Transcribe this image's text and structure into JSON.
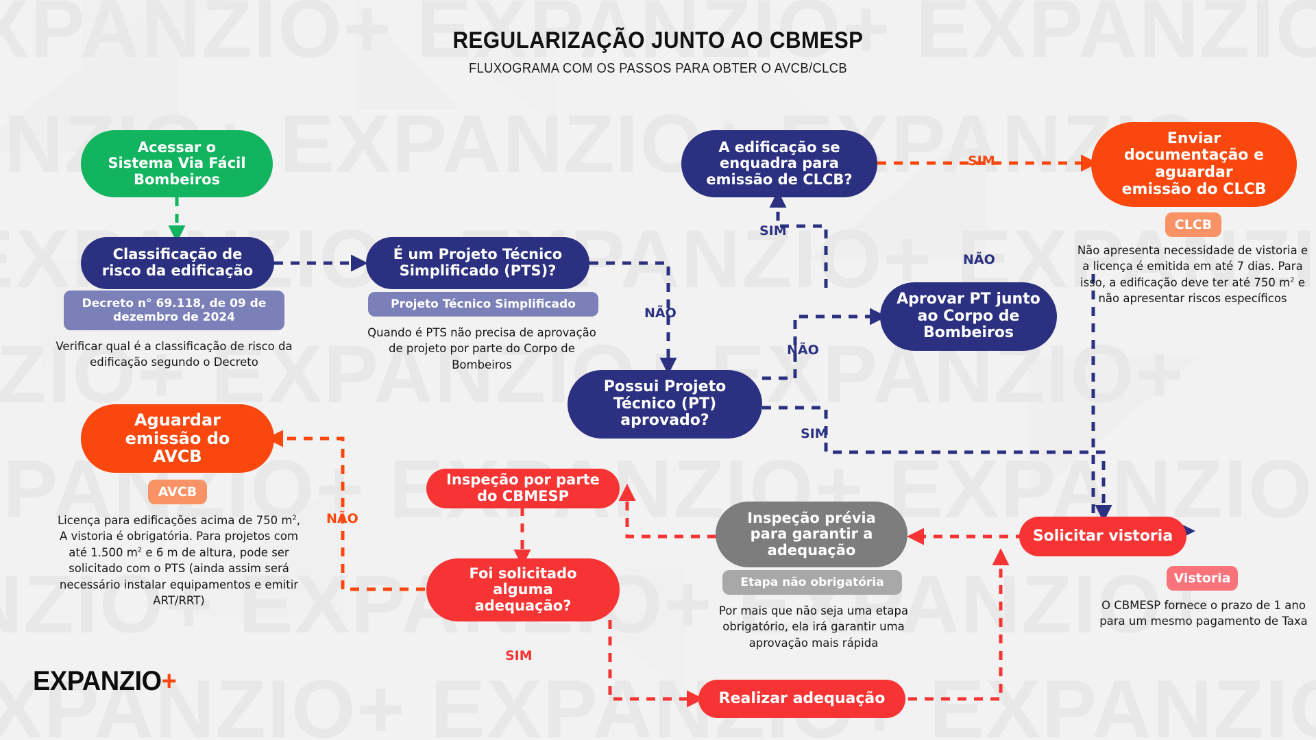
{
  "header": {
    "title": "REGULARIZAÇÃO JUNTO AO CBMESP",
    "subtitle": "FLUXOGRAMA COM OS PASSOS PARA OBTER O AVCB/CLCB"
  },
  "brand": {
    "name": "EXPANZIO",
    "plus": "+",
    "watermark_text": "EXPANZIO+"
  },
  "colors": {
    "background": "#f2f2f2",
    "green": "#12b45f",
    "navy": "#2b3180",
    "orange": "#f9470d",
    "red": "#f73434",
    "gray": "#7d7d7d",
    "badge_lilac": "#7b81b8",
    "badge_peach": "#f99366",
    "badge_pinkred": "#f9737b",
    "badge_graylite": "#a8a8a8",
    "text_dark": "#161616"
  },
  "nodes": {
    "acessar_sistema": "Acessar o\nSistema Via Fácil\nBombeiros",
    "classificacao_risco": "Classificação de\nrisco da edificação",
    "aguardar_avcb": "Aguardar\nemissão do\nAVCB",
    "pts_pergunta": "É um Projeto Técnico\nSimplificado (PTS)?",
    "clcb_pergunta": "A edificação se\nenquadra para\nemissão de CLCB?",
    "enviar_clcb": "Enviar\ndocumentação e\naguardar\nemissão do CLCB",
    "possui_pt": "Possui Projeto\nTécnico (PT)\naprovado?",
    "aprovar_pt": "Aprovar PT junto\nao Corpo de\nBombeiros",
    "solicitar_vistoria": "Solicitar vistoria",
    "inspecao_previa": "Inspeção prévia\npara garantir a\nadequação",
    "inspecao_cbmesp": "Inspeção por parte\ndo CBMESP",
    "foi_solicitado": "Foi solicitado\nalguma\nadequação?",
    "realizar_adequacao": "Realizar adequação"
  },
  "badges": {
    "decreto": "Decreto n° 69.118, de 09 de\ndezembro de 2024",
    "pts": "Projeto Técnico Simplificado",
    "avcb": "AVCB",
    "clcb": "CLCB",
    "etapa_nao_obrigatoria": "Etapa não obrigatória",
    "vistoria": "Vistoria"
  },
  "captions": {
    "classificacao": "Verificar qual é a classificação de risco da edificação segundo o Decreto",
    "pts": "Quando é PTS não precisa de aprovação de projeto por parte do Corpo de Bombeiros",
    "avcb": "Licença para edificações acima de 750 m², A vistoria é obrigatória. Para projetos com até 1.500 m² e 6 m de altura, pode ser solicitado com o PTS (ainda assim será necessário instalar equipamentos e emitir ART/RRT)",
    "clcb": "Não apresenta necessidade de vistoria e a licença é emitida em até 7 dias. Para isso, a edificação deve ter até 750 m² e não apresentar riscos específicos",
    "inspecao_previa": "Por mais que não seja uma etapa obrigatório, ela irá garantir uma aprovação mais rápida",
    "vistoria": "O CBMESP fornece o prazo de 1 ano para um mesmo pagamento de Taxa"
  },
  "edge_labels": {
    "sim_clcb": "SIM",
    "sim_enquadra": "SIM",
    "nao_clcb": "NÃO",
    "nao_pts": "NÃO",
    "nao_pt": "NÃO",
    "sim_pt": "SIM",
    "nao_adequacao": "NÃO",
    "sim_adequacao": "SIM"
  }
}
